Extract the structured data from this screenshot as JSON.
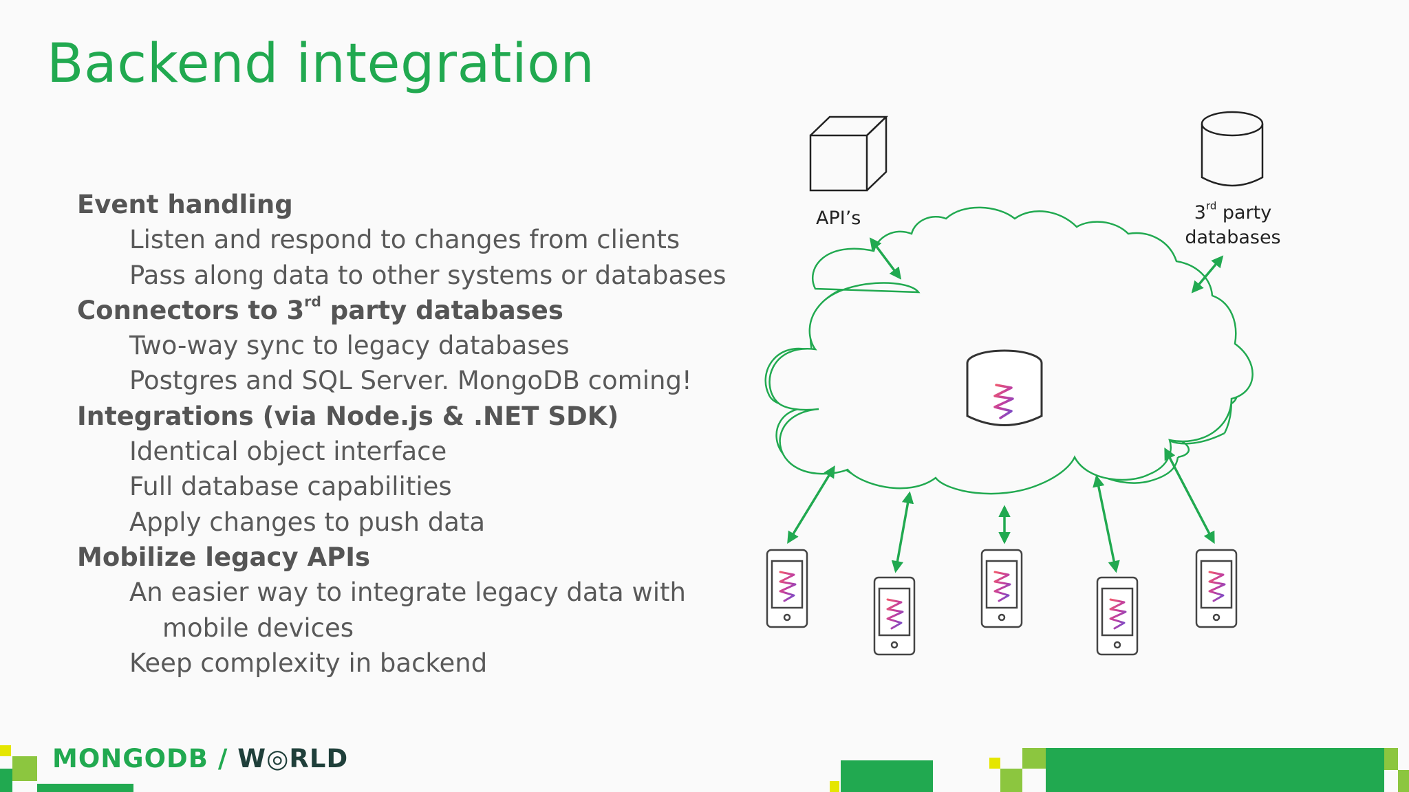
{
  "title": "Backend integration",
  "colors": {
    "title": "#21a950",
    "text_bold": "#555555",
    "text": "#595959",
    "cloud": "#21a950",
    "arrow": "#21a950",
    "outline": "#333333",
    "logo_green": "#21a950",
    "logo_dark": "#1f3f3a",
    "accent_light": "#8cc63f",
    "accent_yellow": "#e5e600"
  },
  "bullets": [
    {
      "level": 1,
      "text": "Event handling"
    },
    {
      "level": 2,
      "text": "Listen and respond to changes from clients"
    },
    {
      "level": 2,
      "text": "Pass along data to other systems or databases"
    },
    {
      "level": 1,
      "text_before": "Connectors to 3",
      "sup": "rd",
      "text_after": " party databases"
    },
    {
      "level": 2,
      "text": "Two-way sync to legacy databases"
    },
    {
      "level": 2,
      "text": "Postgres and SQL Server. MongoDB coming!"
    },
    {
      "level": 1,
      "text": "Integrations (via Node.js & .NET SDK)"
    },
    {
      "level": 2,
      "text": "Identical object interface"
    },
    {
      "level": 2,
      "text": "Full database capabilities"
    },
    {
      "level": 2,
      "text": "Apply changes to push data"
    },
    {
      "level": 1,
      "text": "Mobilize legacy APIs"
    },
    {
      "level": 2,
      "text": "An easier way to integrate legacy data with",
      "continuation": "mobile devices"
    },
    {
      "level": 2,
      "text": "Keep complexity in backend"
    }
  ],
  "diagram": {
    "apis_label": "API’s",
    "third_party": {
      "prefix": "3",
      "sup": "rd",
      "suffix": " party",
      "line2": "databases"
    },
    "icons": [
      "cube-icon",
      "database-icon",
      "cloud-icon",
      "realm-database-icon",
      "phone-icon"
    ],
    "phone_count": 5
  },
  "footer": {
    "logo_part1": "MONGODB / ",
    "logo_part2": "W",
    "logo_part3": "RLD"
  }
}
